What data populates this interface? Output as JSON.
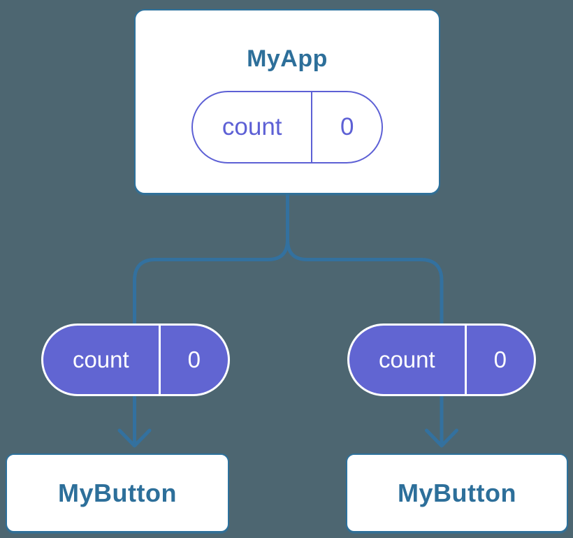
{
  "diagram": {
    "root": {
      "title": "MyApp",
      "pill": {
        "label": "count",
        "value": "0"
      }
    },
    "children": [
      {
        "title": "MyButton",
        "pill": {
          "label": "count",
          "value": "0"
        }
      },
      {
        "title": "MyButton",
        "pill": {
          "label": "count",
          "value": "0"
        }
      }
    ]
  },
  "colors": {
    "background": "#4d6671",
    "connector": "#33719f",
    "node-border": "#2d719c",
    "node-text": "#2d6f9a",
    "state-outline": "#5d60d5",
    "state-fill": "#6165d2",
    "pill-text-light": "#ffffff"
  }
}
